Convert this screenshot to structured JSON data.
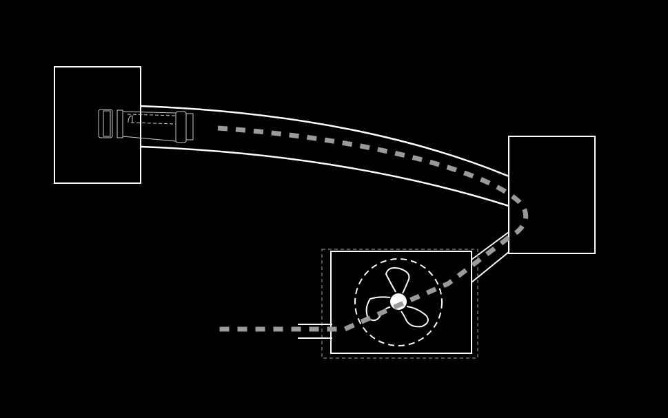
{
  "diagram": {
    "background": "#000000",
    "line_color": "#ffffff",
    "flow_path_color": "#9a9a9a",
    "components": [
      {
        "id": "left-chamber",
        "shape": "rectangle"
      },
      {
        "id": "right-chamber",
        "shape": "rectangle"
      },
      {
        "id": "fan-housing",
        "shape": "rectangle"
      },
      {
        "id": "fan",
        "shape": "three-blade-propeller"
      },
      {
        "id": "curved-tube",
        "shape": "curved-duct"
      },
      {
        "id": "connector-fitting",
        "shape": "cylinder-sketch"
      },
      {
        "id": "inlet-pipe",
        "shape": "straight-duct"
      },
      {
        "id": "outlet-pipe",
        "shape": "angled-duct"
      }
    ]
  }
}
